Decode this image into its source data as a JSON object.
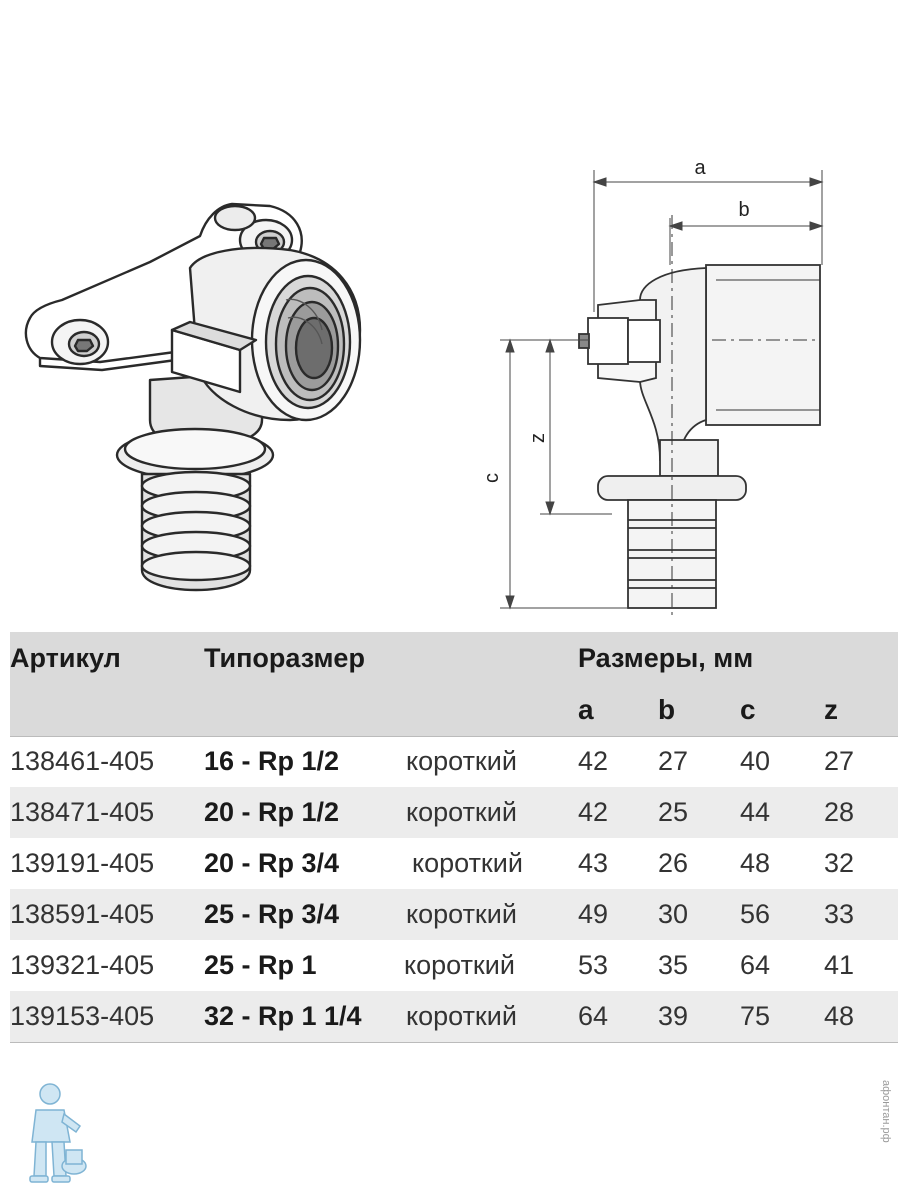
{
  "diagram": {
    "dim_labels": [
      "a",
      "b",
      "z",
      "c"
    ]
  },
  "table": {
    "headers": {
      "article": "Артикул",
      "size": "Типоразмер",
      "dims": "Размеры, мм",
      "dim_cols": [
        "a",
        "b",
        "c",
        "z"
      ]
    },
    "rows": [
      {
        "article": "138461-405",
        "size": "16 - Rp 1/2",
        "type": "короткий",
        "a": "42",
        "b": "27",
        "c": "40",
        "z": "27"
      },
      {
        "article": "138471-405",
        "size": "20 - Rp 1/2",
        "type": "короткий",
        "a": "42",
        "b": "25",
        "c": "44",
        "z": "28"
      },
      {
        "article": "139191-405",
        "size": "20 - Rp 3/4",
        "type": "короткий",
        "a": "43",
        "b": "26",
        "c": "48",
        "z": "32"
      },
      {
        "article": "138591-405",
        "size": "25 - Rp 3/4",
        "type": "короткий",
        "a": "49",
        "b": "30",
        "c": "56",
        "z": "33"
      },
      {
        "article": "139321-405",
        "size": "25 - Rp 1",
        "type": "короткий",
        "a": "53",
        "b": "35",
        "c": "64",
        "z": "41"
      },
      {
        "article": "139153-405",
        "size": "32 - Rp 1 1/4",
        "type": "короткий",
        "a": "64",
        "b": "39",
        "c": "75",
        "z": "48"
      }
    ]
  },
  "watermark": "афонтан.рф"
}
